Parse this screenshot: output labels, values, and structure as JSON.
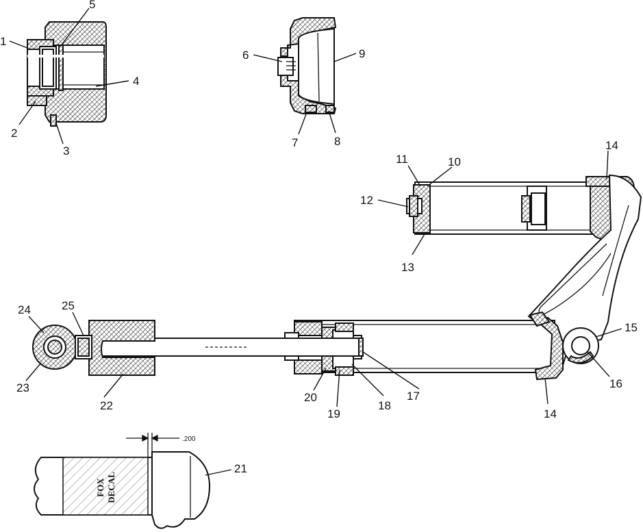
{
  "callouts": {
    "c1": "1",
    "c2": "2",
    "c3": "3",
    "c4": "4",
    "c5": "5",
    "c6": "6",
    "c7": "7",
    "c8": "8",
    "c9": "9",
    "c10": "10",
    "c11": "11",
    "c12": "12",
    "c13": "13",
    "c14a": "14",
    "c14b": "14",
    "c15": "15",
    "c16": "16",
    "c17": "17",
    "c18": "18",
    "c19": "19",
    "c20": "20",
    "c21": "21",
    "c22": "22",
    "c23": "23",
    "c24": "24",
    "c25": "25"
  },
  "dimension": {
    "text": ".200"
  },
  "decal": {
    "line1": "FOX",
    "line2": "DECAL"
  }
}
